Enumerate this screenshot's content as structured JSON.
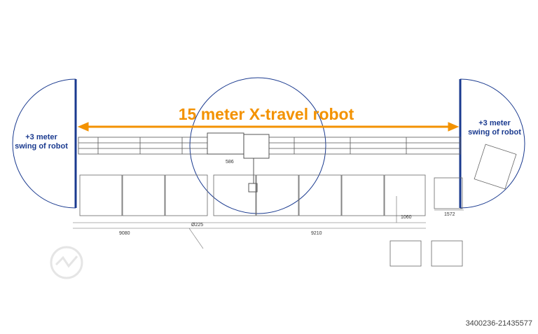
{
  "title": "15 meter X-travel robot",
  "swing_left": {
    "line1": "+3 meter",
    "line2": "swing of robot"
  },
  "swing_right": {
    "line1": "+3 meter",
    "line2": "swing of robot"
  },
  "dimensions": {
    "d1": "9080",
    "d2": "Ø225",
    "d3": "9210",
    "d4": "586",
    "d5": "1060",
    "d6": "1572"
  },
  "reference": "3400236-21435577",
  "colors": {
    "title": "#f39200",
    "swing": "#1a3a8f",
    "drawing": "#555555"
  }
}
